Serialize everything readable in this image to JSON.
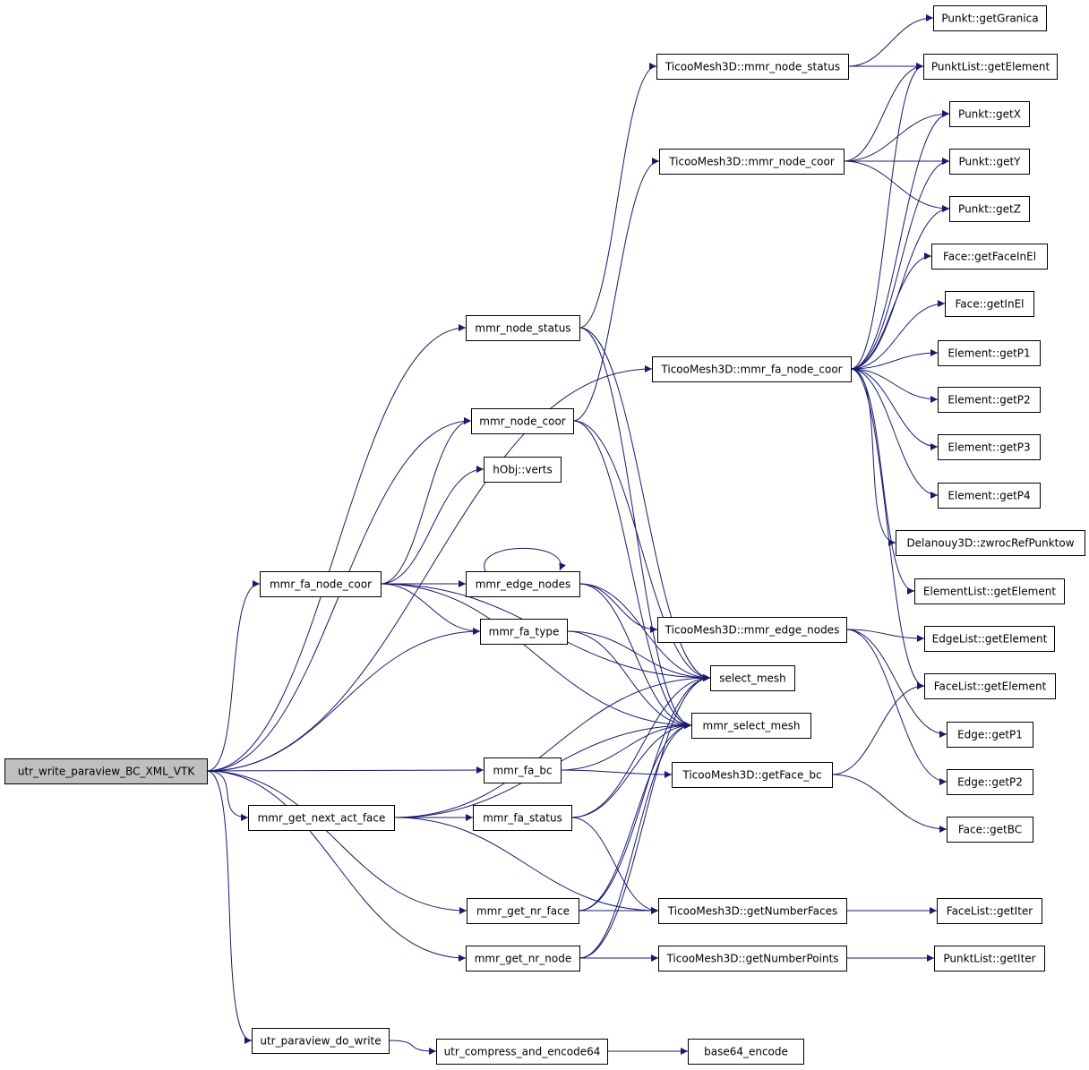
{
  "nodes": [
    {
      "id": "root",
      "label": "utr_write_paraview_BC_XML_VTK",
      "root": true
    },
    {
      "id": "n1",
      "label": "mmr_node_status"
    },
    {
      "id": "n2",
      "label": "mmr_node_coor"
    },
    {
      "id": "n3",
      "label": "hObj::verts"
    },
    {
      "id": "n4",
      "label": "mmr_fa_node_coor"
    },
    {
      "id": "n5",
      "label": "mmr_edge_nodes"
    },
    {
      "id": "n6",
      "label": "mmr_fa_type"
    },
    {
      "id": "n7",
      "label": "mmr_fa_bc"
    },
    {
      "id": "n8",
      "label": "mmr_get_next_act_face"
    },
    {
      "id": "n9",
      "label": "mmr_fa_status"
    },
    {
      "id": "n10",
      "label": "mmr_get_nr_face"
    },
    {
      "id": "n11",
      "label": "mmr_get_nr_node"
    },
    {
      "id": "n12",
      "label": "utr_paraview_do_write"
    },
    {
      "id": "n13",
      "label": "utr_compress_and_encode64"
    },
    {
      "id": "n14",
      "label": "base64_encode"
    },
    {
      "id": "n15",
      "label": "TicooMesh3D::mmr_node_status"
    },
    {
      "id": "n16",
      "label": "TicooMesh3D::mmr_node_coor"
    },
    {
      "id": "n17",
      "label": "TicooMesh3D::mmr_fa_node_coor"
    },
    {
      "id": "n18",
      "label": "TicooMesh3D::mmr_edge_nodes"
    },
    {
      "id": "n19",
      "label": "select_mesh"
    },
    {
      "id": "n20",
      "label": "mmr_select_mesh"
    },
    {
      "id": "n21",
      "label": "TicooMesh3D::getFace_bc"
    },
    {
      "id": "n22",
      "label": "TicooMesh3D::getNumberFaces"
    },
    {
      "id": "n23",
      "label": "TicooMesh3D::getNumberPoints"
    },
    {
      "id": "n24",
      "label": "Punkt::getGranica"
    },
    {
      "id": "n25",
      "label": "PunktList::getElement"
    },
    {
      "id": "n26",
      "label": "Punkt::getX"
    },
    {
      "id": "n27",
      "label": "Punkt::getY"
    },
    {
      "id": "n28",
      "label": "Punkt::getZ"
    },
    {
      "id": "n29",
      "label": "Face::getFaceInEl"
    },
    {
      "id": "n30",
      "label": "Face::getInEl"
    },
    {
      "id": "n31",
      "label": "Element::getP1"
    },
    {
      "id": "n32",
      "label": "Element::getP2"
    },
    {
      "id": "n33",
      "label": "Element::getP3"
    },
    {
      "id": "n34",
      "label": "Element::getP4"
    },
    {
      "id": "n35",
      "label": "Delanouy3D::zwrocRefPunktow"
    },
    {
      "id": "n36",
      "label": "ElementList::getElement"
    },
    {
      "id": "n37",
      "label": "EdgeList::getElement"
    },
    {
      "id": "n38",
      "label": "FaceList::getElement"
    },
    {
      "id": "n39",
      "label": "Edge::getP1"
    },
    {
      "id": "n40",
      "label": "Edge::getP2"
    },
    {
      "id": "n41",
      "label": "Face::getBC"
    },
    {
      "id": "n42",
      "label": "FaceList::getIter"
    },
    {
      "id": "n43",
      "label": "PunktList::getIter"
    }
  ],
  "edges": [
    [
      "root",
      "n1"
    ],
    [
      "root",
      "n17"
    ],
    [
      "root",
      "n2"
    ],
    [
      "root",
      "n4"
    ],
    [
      "root",
      "n6"
    ],
    [
      "root",
      "n7"
    ],
    [
      "root",
      "n8"
    ],
    [
      "root",
      "n10"
    ],
    [
      "root",
      "n11"
    ],
    [
      "root",
      "n12"
    ],
    [
      "n1",
      "n15"
    ],
    [
      "n1",
      "n19"
    ],
    [
      "n1",
      "n20"
    ],
    [
      "n2",
      "n16"
    ],
    [
      "n2",
      "n19"
    ],
    [
      "n2",
      "n20"
    ],
    [
      "n4",
      "n2"
    ],
    [
      "n4",
      "n3"
    ],
    [
      "n4",
      "n5"
    ],
    [
      "n4",
      "n6"
    ],
    [
      "n4",
      "n19"
    ],
    [
      "n4",
      "n20"
    ],
    [
      "n5",
      "n5"
    ],
    [
      "n5",
      "n18"
    ],
    [
      "n5",
      "n19"
    ],
    [
      "n5",
      "n20"
    ],
    [
      "n6",
      "n19"
    ],
    [
      "n6",
      "n20"
    ],
    [
      "n7",
      "n20"
    ],
    [
      "n7",
      "n21"
    ],
    [
      "n8",
      "n9"
    ],
    [
      "n8",
      "n19"
    ],
    [
      "n8",
      "n20"
    ],
    [
      "n8",
      "n22"
    ],
    [
      "n9",
      "n19"
    ],
    [
      "n9",
      "n20"
    ],
    [
      "n9",
      "n22"
    ],
    [
      "n10",
      "n19"
    ],
    [
      "n10",
      "n20"
    ],
    [
      "n10",
      "n22"
    ],
    [
      "n11",
      "n19"
    ],
    [
      "n11",
      "n20"
    ],
    [
      "n11",
      "n23"
    ],
    [
      "n12",
      "n13"
    ],
    [
      "n13",
      "n14"
    ],
    [
      "n15",
      "n24"
    ],
    [
      "n15",
      "n25"
    ],
    [
      "n16",
      "n25"
    ],
    [
      "n16",
      "n26"
    ],
    [
      "n16",
      "n27"
    ],
    [
      "n16",
      "n28"
    ],
    [
      "n17",
      "n25"
    ],
    [
      "n17",
      "n26"
    ],
    [
      "n17",
      "n27"
    ],
    [
      "n17",
      "n28"
    ],
    [
      "n17",
      "n29"
    ],
    [
      "n17",
      "n30"
    ],
    [
      "n17",
      "n31"
    ],
    [
      "n17",
      "n32"
    ],
    [
      "n17",
      "n33"
    ],
    [
      "n17",
      "n34"
    ],
    [
      "n17",
      "n35"
    ],
    [
      "n17",
      "n36"
    ],
    [
      "n17",
      "n38"
    ],
    [
      "n18",
      "n37"
    ],
    [
      "n18",
      "n39"
    ],
    [
      "n18",
      "n40"
    ],
    [
      "n21",
      "n38"
    ],
    [
      "n21",
      "n41"
    ],
    [
      "n22",
      "n42"
    ],
    [
      "n23",
      "n43"
    ]
  ]
}
